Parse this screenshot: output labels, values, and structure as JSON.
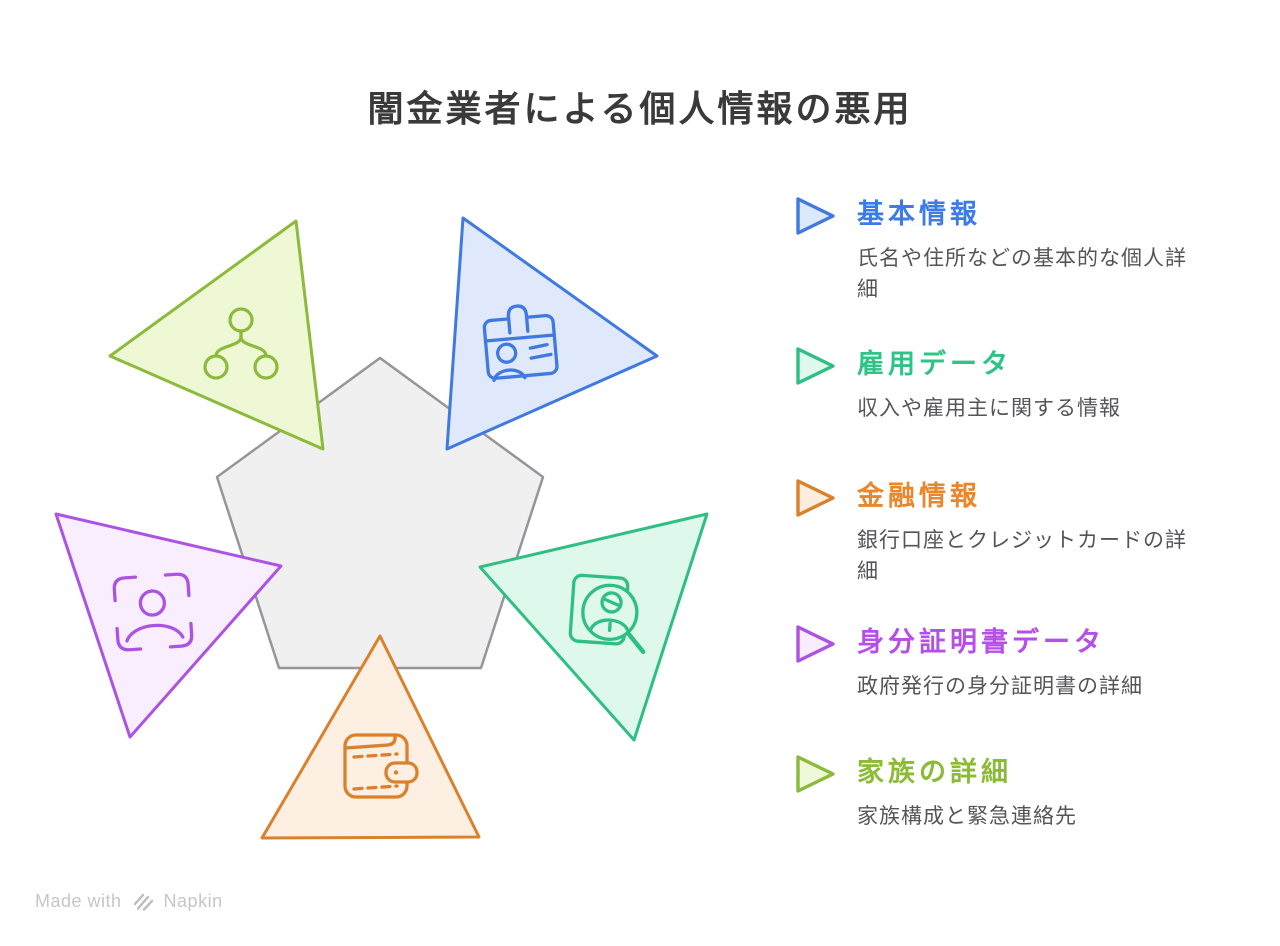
{
  "title": "闇金業者による個人情報の悪用",
  "legend": {
    "items": [
      {
        "label": "基本情報",
        "description": "氏名や住所などの基本的な個人詳細",
        "accent": "#3d7ce8",
        "arrow_stroke": "#3f79e1",
        "arrow_fill": "#dce8fb"
      },
      {
        "label": "雇用データ",
        "description": "収入や雇用主に関する情報",
        "accent": "#2ec486",
        "arrow_stroke": "#2fbf83",
        "arrow_fill": "#e0f8ed"
      },
      {
        "label": "金融情報",
        "description": "銀行口座とクレジットカードの詳細",
        "accent": "#e8872b",
        "arrow_stroke": "#d9812d",
        "arrow_fill": "#fcedde"
      },
      {
        "label": "身分証明書データ",
        "description": "政府発行の身分証明書の詳細",
        "accent": "#b44fe8",
        "arrow_stroke": "#ad53e3",
        "arrow_fill": "#f8ecfd"
      },
      {
        "label": "家族の詳細",
        "description": "家族構成と緊急連絡先",
        "accent": "#8cbb36",
        "arrow_stroke": "#8cba3a",
        "arrow_fill": "#eff8d8"
      }
    ]
  },
  "diagram": {
    "pentagon": {
      "fill": "#f0f0f1",
      "stroke": "#95959a"
    },
    "segments": [
      {
        "name": "基本情報",
        "icon": "id-badge-icon",
        "stroke": "#3f79e1",
        "fill": "#dfe9fb",
        "position": "top-right"
      },
      {
        "name": "雇用データ",
        "icon": "person-document-search-icon",
        "stroke": "#2fbf83",
        "fill": "#def8eb",
        "position": "right"
      },
      {
        "name": "金融情報",
        "icon": "wallet-icon",
        "stroke": "#d9812d",
        "fill": "#fdefe1",
        "position": "bottom"
      },
      {
        "name": "身分証明書データ",
        "icon": "face-scan-icon",
        "stroke": "#ad53e3",
        "fill": "#f9eefd",
        "position": "left"
      },
      {
        "name": "家族の詳細",
        "icon": "family-tree-icon",
        "stroke": "#8cba3a",
        "fill": "#eef8d5",
        "position": "top-left"
      }
    ]
  },
  "footer": {
    "made_with": "Made with",
    "brand": "Napkin"
  }
}
